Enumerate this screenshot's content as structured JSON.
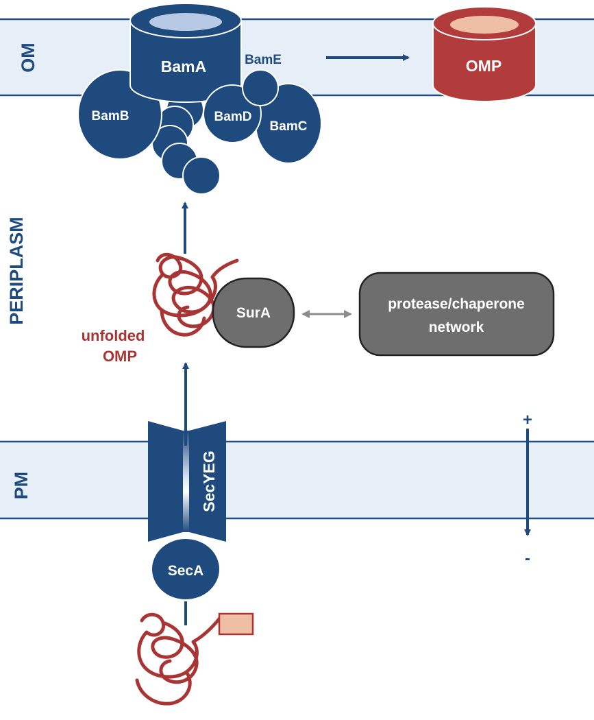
{
  "regions": {
    "om": "OM",
    "periplasm": "PERIPLASM",
    "pm": "PM"
  },
  "proteins": {
    "bam_a": "BamA",
    "bam_b": "BamB",
    "bam_c": "BamC",
    "bam_d": "BamD",
    "bam_e": "BamE",
    "omp": "OMP",
    "sur_a": "SurA",
    "sec_yeg": "SecYEG",
    "sec_a": "SecA"
  },
  "unfolded_omp": {
    "line1": "unfolded",
    "line2": "OMP"
  },
  "network": {
    "line1": "protease/chaperone",
    "line2": "network"
  },
  "potential": {
    "positive": "+",
    "negative": "-"
  },
  "colors": {
    "membrane_fill": "#e6eef8",
    "membrane_line": "#1f4e85",
    "protein_blue": "#1f4a7e",
    "omp_red": "#b23b3b",
    "chain_red": "#a83434",
    "signal_peptide": "#eebfa4",
    "gray": "#6e6e6e",
    "arrow_gray": "#8c8c8c"
  }
}
